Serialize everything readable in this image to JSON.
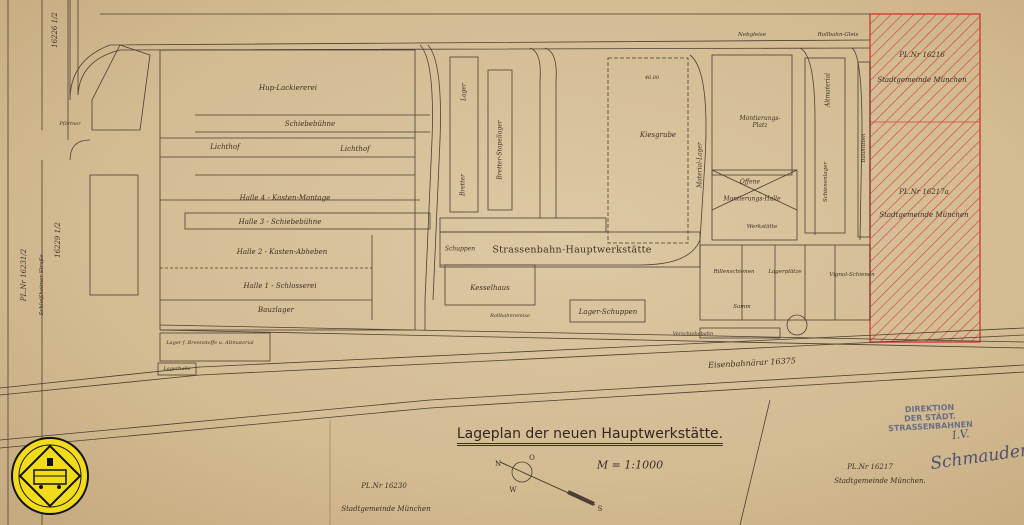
{
  "title": "Lageplan der neuen Hauptwerkstätte.",
  "scale": "M = 1:1000",
  "compass": {
    "n": "N",
    "o": "O",
    "s": "S",
    "w": "W"
  },
  "buildings": {
    "lackiererei": "Hup-Lackiererei",
    "schiebebuehne": "Schiebebühne",
    "lichthof1": "Lichthof",
    "lichthof2": "Lichthof",
    "halle4": "Halle 4 - Kasten-Montage",
    "halle3": "Halle 3 - Schiebebühne",
    "halle2": "Halle 2 - Kasten-Abheben",
    "halle1": "Halle 1 - Schlosserei",
    "bauzlager": "Bauzlager",
    "hauptwerkstaette": "Strassenbahn-Hauptwerkstätte",
    "schuppen": "Schuppen",
    "kesselhaus": "Kesselhaus",
    "lagerschuppen": "Lager-Schuppen",
    "rollbahnremise": "Rollbahnremise",
    "lager": "Lager",
    "bretter": "Bretter",
    "bretterstapel": "Bretter-Stapellager",
    "kiesgrube": "Kiesgrube",
    "materiallager": "Material-Lager",
    "montierungsplatz": "Montierungs-Platz",
    "offene": "Offene",
    "montierungshalle": "Montierungs-Halle",
    "werkstaette": "Werkstätte",
    "altmaterial": "Altmaterial",
    "schienenlager": "Schienenlager",
    "bauhuetten": "Bauhütten",
    "rillenschienen": "Rillenschienen",
    "lagerplaetze": "Lagerplätze",
    "vignol": "Vignol-Schienen",
    "samm": "Samm",
    "nebengleise": "Nebgleise",
    "rollbahngleis": "Rollbahn-Gleis",
    "verschiebebahn": "Verschiebebahn",
    "lagerbrenn": "Lager f. Brennstoffe u. Altmaterial",
    "lagerhalle": "Lagerhalle",
    "pfoertner": "Pförtner",
    "dim_kies": "46.00"
  },
  "parcels": {
    "p16216": "PL.Nr 16216",
    "p16216_owner": "Stadtgemeinde München",
    "p16217a": "PL.Nr 16217a",
    "p16217a_owner": "Stadtgemeinde München",
    "eisenbahn": "Eisenbahnärar 16375",
    "p16230": "PL.Nr 16230",
    "p16230_owner": "Stadtgemeinde München",
    "p16217": "PL.Nr 16217",
    "p16217_owner": "Stadtgemeinde München.",
    "left1": "PL.Nr 16231/2",
    "left2": "16229 1/2",
    "left3": "16226 1/2",
    "street": "Schleißheimer Straße"
  },
  "stamp": {
    "line1": "DIREKTION",
    "line2": "DER STÄDT. STRASSENBAHNEN",
    "iv": "I.V.",
    "signature": "Schmauderer"
  },
  "colors": {
    "paper": "#d6c19b",
    "ink": "#3d3428",
    "red": "#d4453a",
    "logo": "#f2dc1a"
  }
}
